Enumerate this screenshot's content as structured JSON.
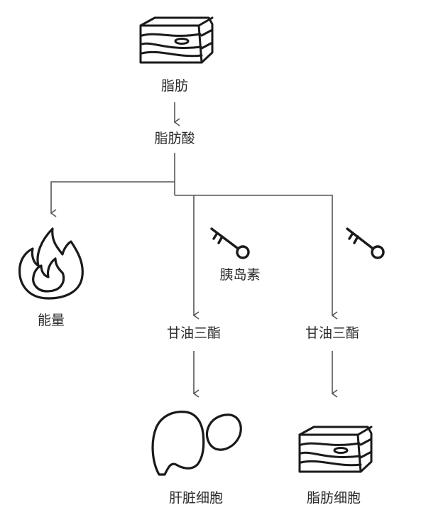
{
  "nodes": {
    "fat": "脂肪",
    "fatty_acid": "脂肪酸",
    "energy": "能量",
    "insulin": "胰岛素",
    "triglyceride_liver": "甘油三酯",
    "triglyceride_fat": "甘油三酯",
    "liver_cell": "肝脏细胞",
    "fat_cell": "脂肪细胞"
  },
  "icons": {
    "fat": "fat-block-icon",
    "energy": "fire-icon",
    "key_liver": "key-icon",
    "key_fat": "key-icon",
    "liver": "liver-icon",
    "fat_cell": "fat-block-icon"
  },
  "colors": {
    "line": "#555555",
    "icon_stroke": "#1a1a1a",
    "text": "#2a2a2a"
  }
}
